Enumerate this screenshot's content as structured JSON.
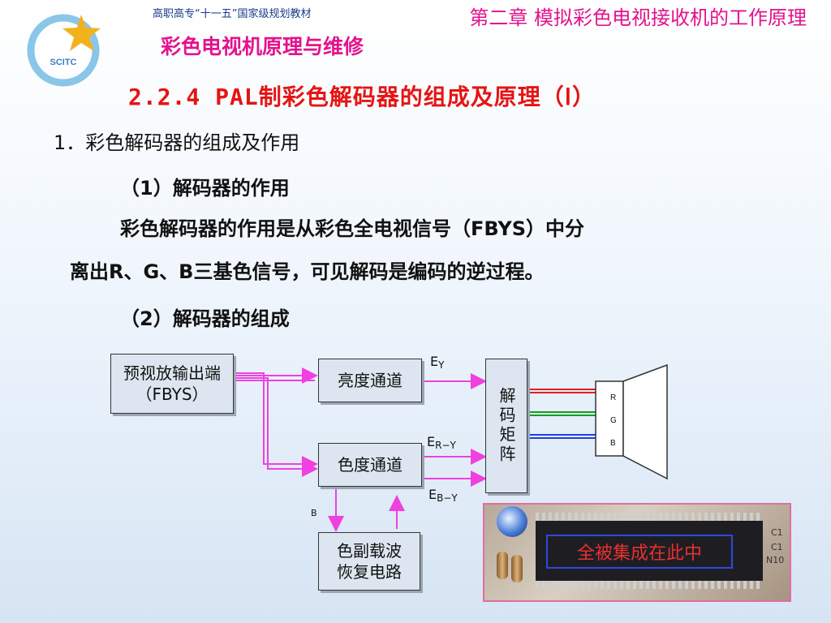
{
  "header": {
    "logo_text": "SCITC",
    "top_caption": "高职高专“十一五”国家级规划教材",
    "book_title": "彩色电视机原理与维修",
    "chapter": "第二章 模拟彩色电视接收机的工作原理"
  },
  "section_title": "2.2.4  PAL制彩色解码器的组成及原理（Ⅰ）",
  "body": {
    "h1": "1．彩色解码器的组成及作用",
    "h2": "（1）解码器的作用",
    "p1": "彩色解码器的作用是从彩色全电视信号（FBYS）中分",
    "p2": "离出R、G、B三基色信号，可见解码是编码的逆过程。",
    "h3": "（2）解码器的组成"
  },
  "diagram": {
    "input_box": "预视放输出端（FBYS）",
    "luma_box": "亮度通道",
    "chroma_box": "色度通道",
    "matrix_box": "解码矩阵",
    "subcarrier_box": "色副载波恢复电路",
    "ey": "E",
    "ey_sub": "Y",
    "ery": "E",
    "ery_sub": "R−Y",
    "eby": "E",
    "eby_sub": "B−Y",
    "b_label": "B",
    "r_out": "R",
    "g_out": "G",
    "b_out": "B"
  },
  "photo": {
    "chip_label": "全被集成在此中",
    "marks": [
      "C1",
      "C1",
      "N10"
    ]
  },
  "colors": {
    "title_red": "#e61414",
    "magenta": "#e3128d",
    "arrow_pink": "#f040e0",
    "r_line": "#e02020",
    "g_line": "#10a020",
    "b_line": "#2040e0"
  }
}
